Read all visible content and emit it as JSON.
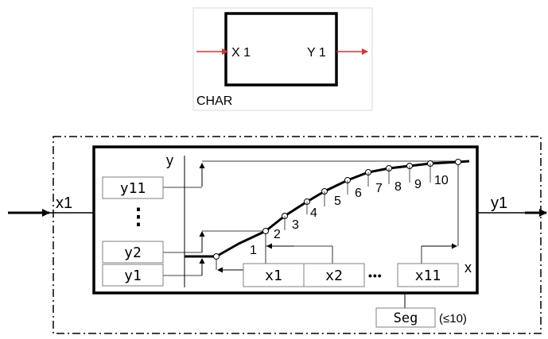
{
  "block_symbol": {
    "input_label": "X 1",
    "output_label": "Y 1",
    "name": "CHAR"
  },
  "diagram": {
    "input_label": "x1",
    "output_label": "y1",
    "y_axis_label": "y",
    "x_axis_label": "x",
    "y_fields": [
      "y11",
      "y2",
      "y1"
    ],
    "y_ellipsis": "⋮",
    "x_fields": [
      "x1",
      "x2",
      "x11"
    ],
    "x_ellipsis": "•••",
    "point_labels": [
      "1",
      "2",
      "3",
      "4",
      "5",
      "6",
      "7",
      "8",
      "9",
      "10"
    ],
    "seg_field": "Seg",
    "seg_limit": "(≤10)"
  },
  "colors": {
    "arrow": "#e03030",
    "frame": "#000000",
    "field_border": "#808080"
  }
}
